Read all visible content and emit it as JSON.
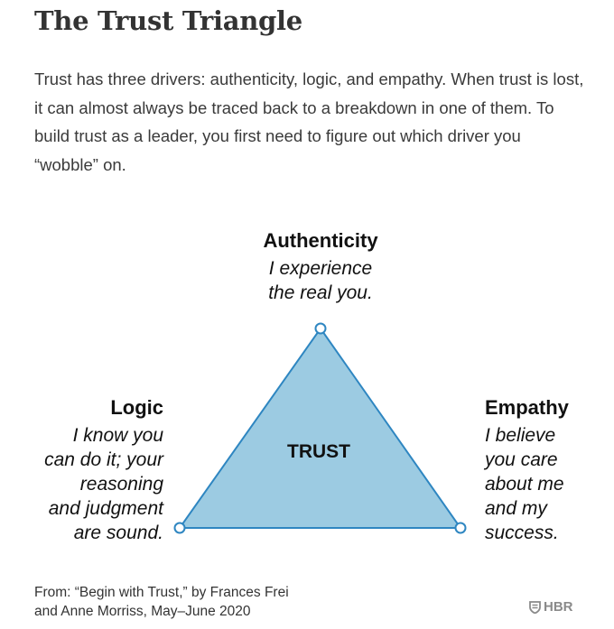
{
  "title": "The Trust Triangle",
  "intro": "Trust has three drivers: authenticity, logic, and empathy. When trust is lost, it can almost always be traced back to a breakdown in one of them. To build trust as a leader, you first need to figure out which driver you “wobble” on.",
  "diagram": {
    "center": "TRUST",
    "top": {
      "heading": "Authenticity",
      "lines": [
        "I experience",
        "the real you."
      ]
    },
    "left": {
      "heading": "Logic",
      "lines": [
        "I know you",
        "can do it; your",
        "reasoning",
        "and judgment",
        "are sound."
      ]
    },
    "right": {
      "heading": "Empathy",
      "lines": [
        "I believe",
        "you care",
        "about me",
        "and my",
        "success."
      ]
    },
    "colors": {
      "fill": "#9ccbe2",
      "stroke": "#2e86c1"
    }
  },
  "source": {
    "line1": "From: “Begin with Trust,” by Frances Frei",
    "line2": "and Anne Morriss, May–June 2020"
  },
  "logo": {
    "text": "HBR",
    "icon": "hbr-shield-icon"
  }
}
